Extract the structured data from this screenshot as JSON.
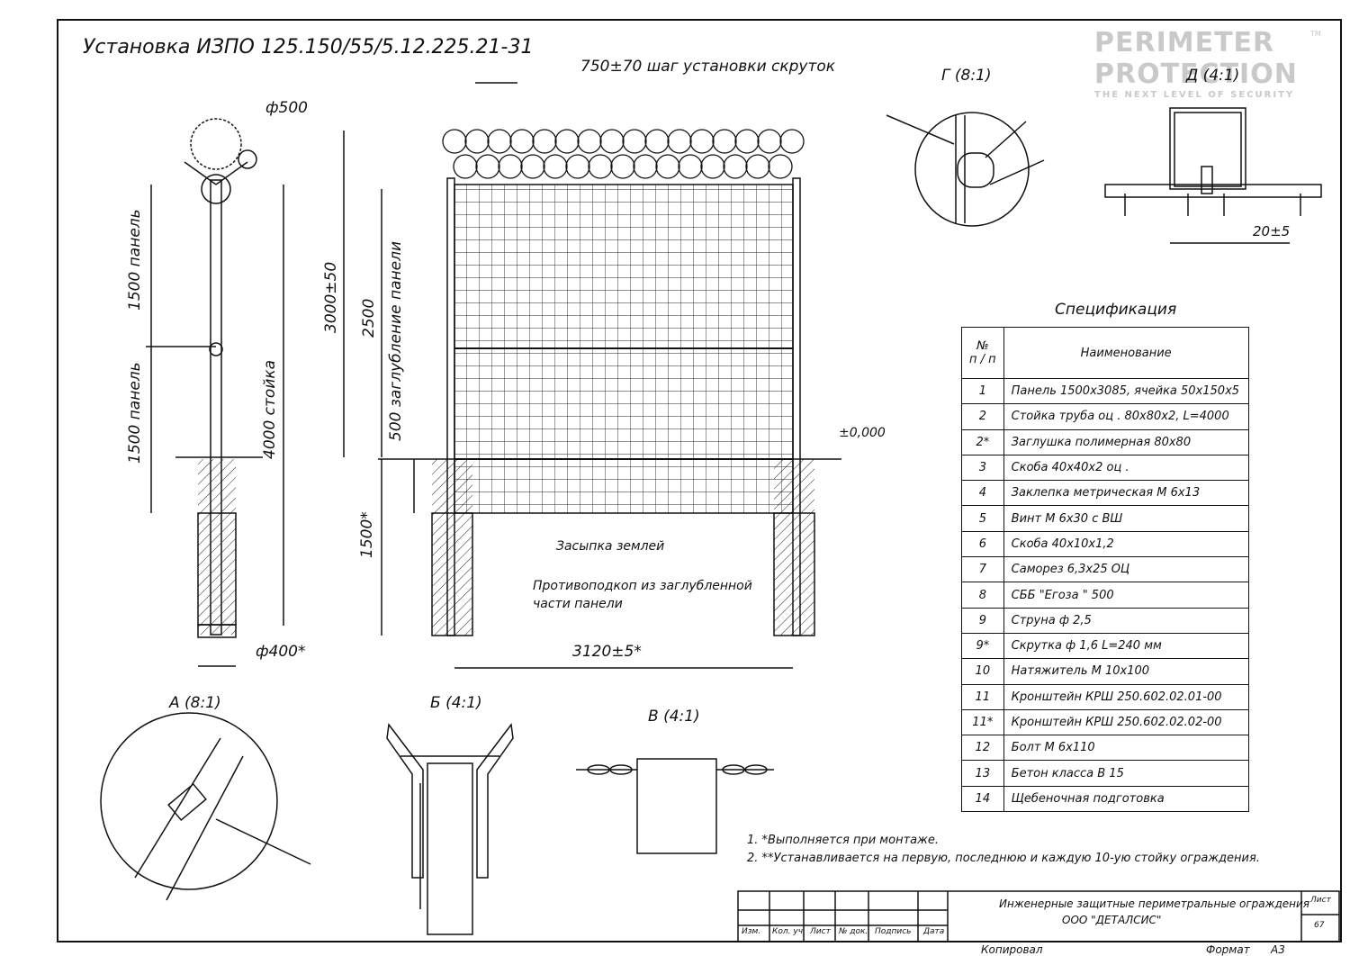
{
  "title": "Установка ИЗПО  125.150/55/5.12.225.21-31",
  "logo": {
    "line1": "PERIMETER",
    "line2": "PROTECTION",
    "tagline": "THE NEXT LEVEL OF SECURITY",
    "tm": "TM"
  },
  "views": {
    "g": "Г (8:1)",
    "d": "Д (4:1)",
    "a": "А (8:1)",
    "b": "Б (4:1)",
    "v": "В (4:1)"
  },
  "dims": {
    "step": "750±70  шаг установки скруток",
    "phi500": "ф500",
    "phi400": "ф400*",
    "h3000": "3000±50",
    "h2500": "2500",
    "h500": "500  заглубление панели",
    "h1500": "1500*",
    "w3120": "3120±5*",
    "panel1": "1500  панель",
    "panel2": "1500  панель",
    "post": "4000  стойка",
    "level": "±0,000",
    "gap": "20±5"
  },
  "callouts": {
    "fill": "Засыпка  землей",
    "anti1": "Противоподкоп из заглубленной",
    "anti2": "части панели"
  },
  "spec": {
    "title": "Спецификация",
    "col_no": "№\nп / п",
    "col_no_a": "№",
    "col_no_b": "п / п",
    "col_name": "Наименование",
    "rows": [
      {
        "n": "1",
        "name": "Панель  1500х3085,  ячейка  50х150х5"
      },
      {
        "n": "2",
        "name": "Стойка труба оц . 80х80х2, L=4000"
      },
      {
        "n": "2*",
        "name": "Заглушка полимерная  80х80"
      },
      {
        "n": "3",
        "name": "Скоба  40х40х2  оц ."
      },
      {
        "n": "4",
        "name": "Заклепка метрическая М 6х13"
      },
      {
        "n": "5",
        "name": "Винт  М 6х30  с  ВШ"
      },
      {
        "n": "6",
        "name": "Скоба  40х10х1,2"
      },
      {
        "n": "7",
        "name": "Саморез  6,3х25  ОЦ"
      },
      {
        "n": "8",
        "name": "СББ  \"Егоза \" 500"
      },
      {
        "n": "9",
        "name": "Струна  ф 2,5"
      },
      {
        "n": "9*",
        "name": "Скрутка  ф 1,6 L=240 мм"
      },
      {
        "n": "10",
        "name": "Натяжитель М 10х100"
      },
      {
        "n": "11",
        "name": "Кронштейн КРШ  250.602.02.01-00"
      },
      {
        "n": "11*",
        "name": "Кронштейн КРШ  250.602.02.02-00"
      },
      {
        "n": "12",
        "name": "Болт М 6х110"
      },
      {
        "n": "13",
        "name": "Бетон класса В 15"
      },
      {
        "n": "14",
        "name": "Щебеночная подготовка"
      }
    ]
  },
  "notes": [
    "1. *Выполняется при монтаже.",
    "2. **Устанавливается на первую, последнюю и каждую 10-ую стойку ограждения."
  ],
  "stamp": {
    "headers": [
      "Изм.",
      "Кол. уч",
      "Лист",
      "№ док.",
      "Подпись",
      "Дата"
    ],
    "org1": "Инженерные защитные периметральные ограждения",
    "org2": "ООО  \"ДЕТАЛСИС\"",
    "sheet_label": "Лист",
    "sheet_no": "67",
    "copied": "Копировал",
    "format_label": "Формат",
    "format": "А3"
  }
}
